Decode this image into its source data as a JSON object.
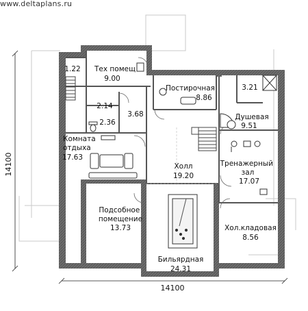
{
  "watermark": "www.deltaplans.ru",
  "dimensions": {
    "horizontal": "14100",
    "vertical": "14100"
  },
  "rooms": [
    {
      "id": "tech",
      "name": "Тех помещ",
      "area": "9.00"
    },
    {
      "id": "wash",
      "name": "Постирочная",
      "area": "8.86"
    },
    {
      "id": "sauna",
      "name": "",
      "area": "3.21"
    },
    {
      "id": "shower",
      "name": "Душевая",
      "area": "9.51"
    },
    {
      "id": "entry",
      "name": "",
      "area": "1.22"
    },
    {
      "id": "closet",
      "name": "",
      "area": "2.14"
    },
    {
      "id": "wc",
      "name": "",
      "area": "2.36"
    },
    {
      "id": "corridor",
      "name": "",
      "area": "3.68"
    },
    {
      "id": "rest",
      "name": "Комната отдыха",
      "area": "17.63"
    },
    {
      "id": "hall",
      "name": "Холл",
      "area": "19.20"
    },
    {
      "id": "gym",
      "name": "Тренажерный зал",
      "area": "17.07"
    },
    {
      "id": "utility",
      "name": "Подсобное помещение",
      "area": "13.73"
    },
    {
      "id": "coldstore",
      "name": "Хол.кладовая",
      "area": "8.56"
    },
    {
      "id": "billiard",
      "name": "Бильярдная",
      "area": "24.31"
    }
  ]
}
